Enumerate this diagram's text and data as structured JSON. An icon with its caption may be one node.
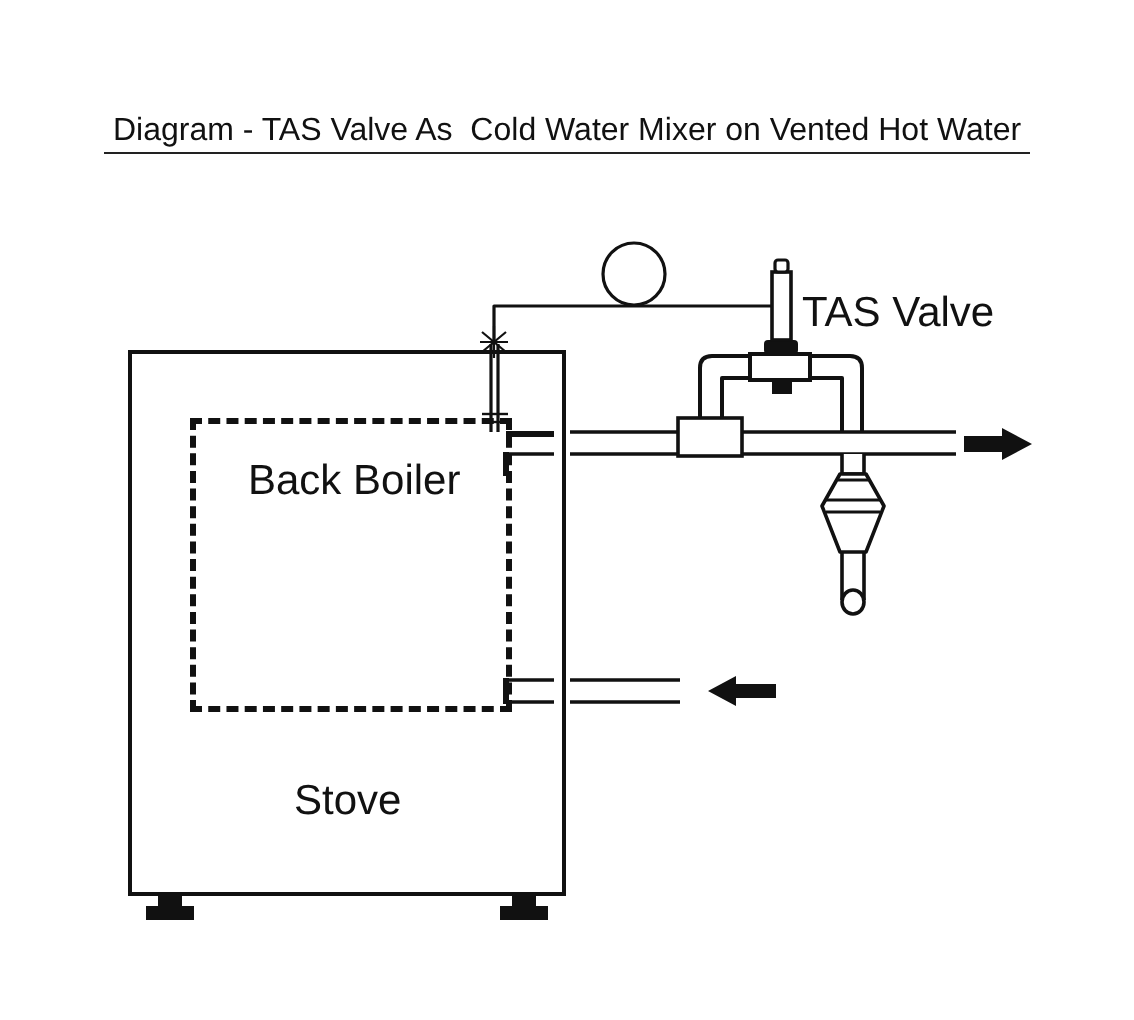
{
  "diagram": {
    "title": "Diagram - TAS Valve As  Cold Water Mixer on Vented Hot Water",
    "nodes": [
      {
        "text": [
          "Stove"
        ]
      },
      {
        "text": [
          "Back Boiler"
        ],
        "in": 0
      }
    ],
    "labels": [
      "TAS Valve"
    ]
  }
}
